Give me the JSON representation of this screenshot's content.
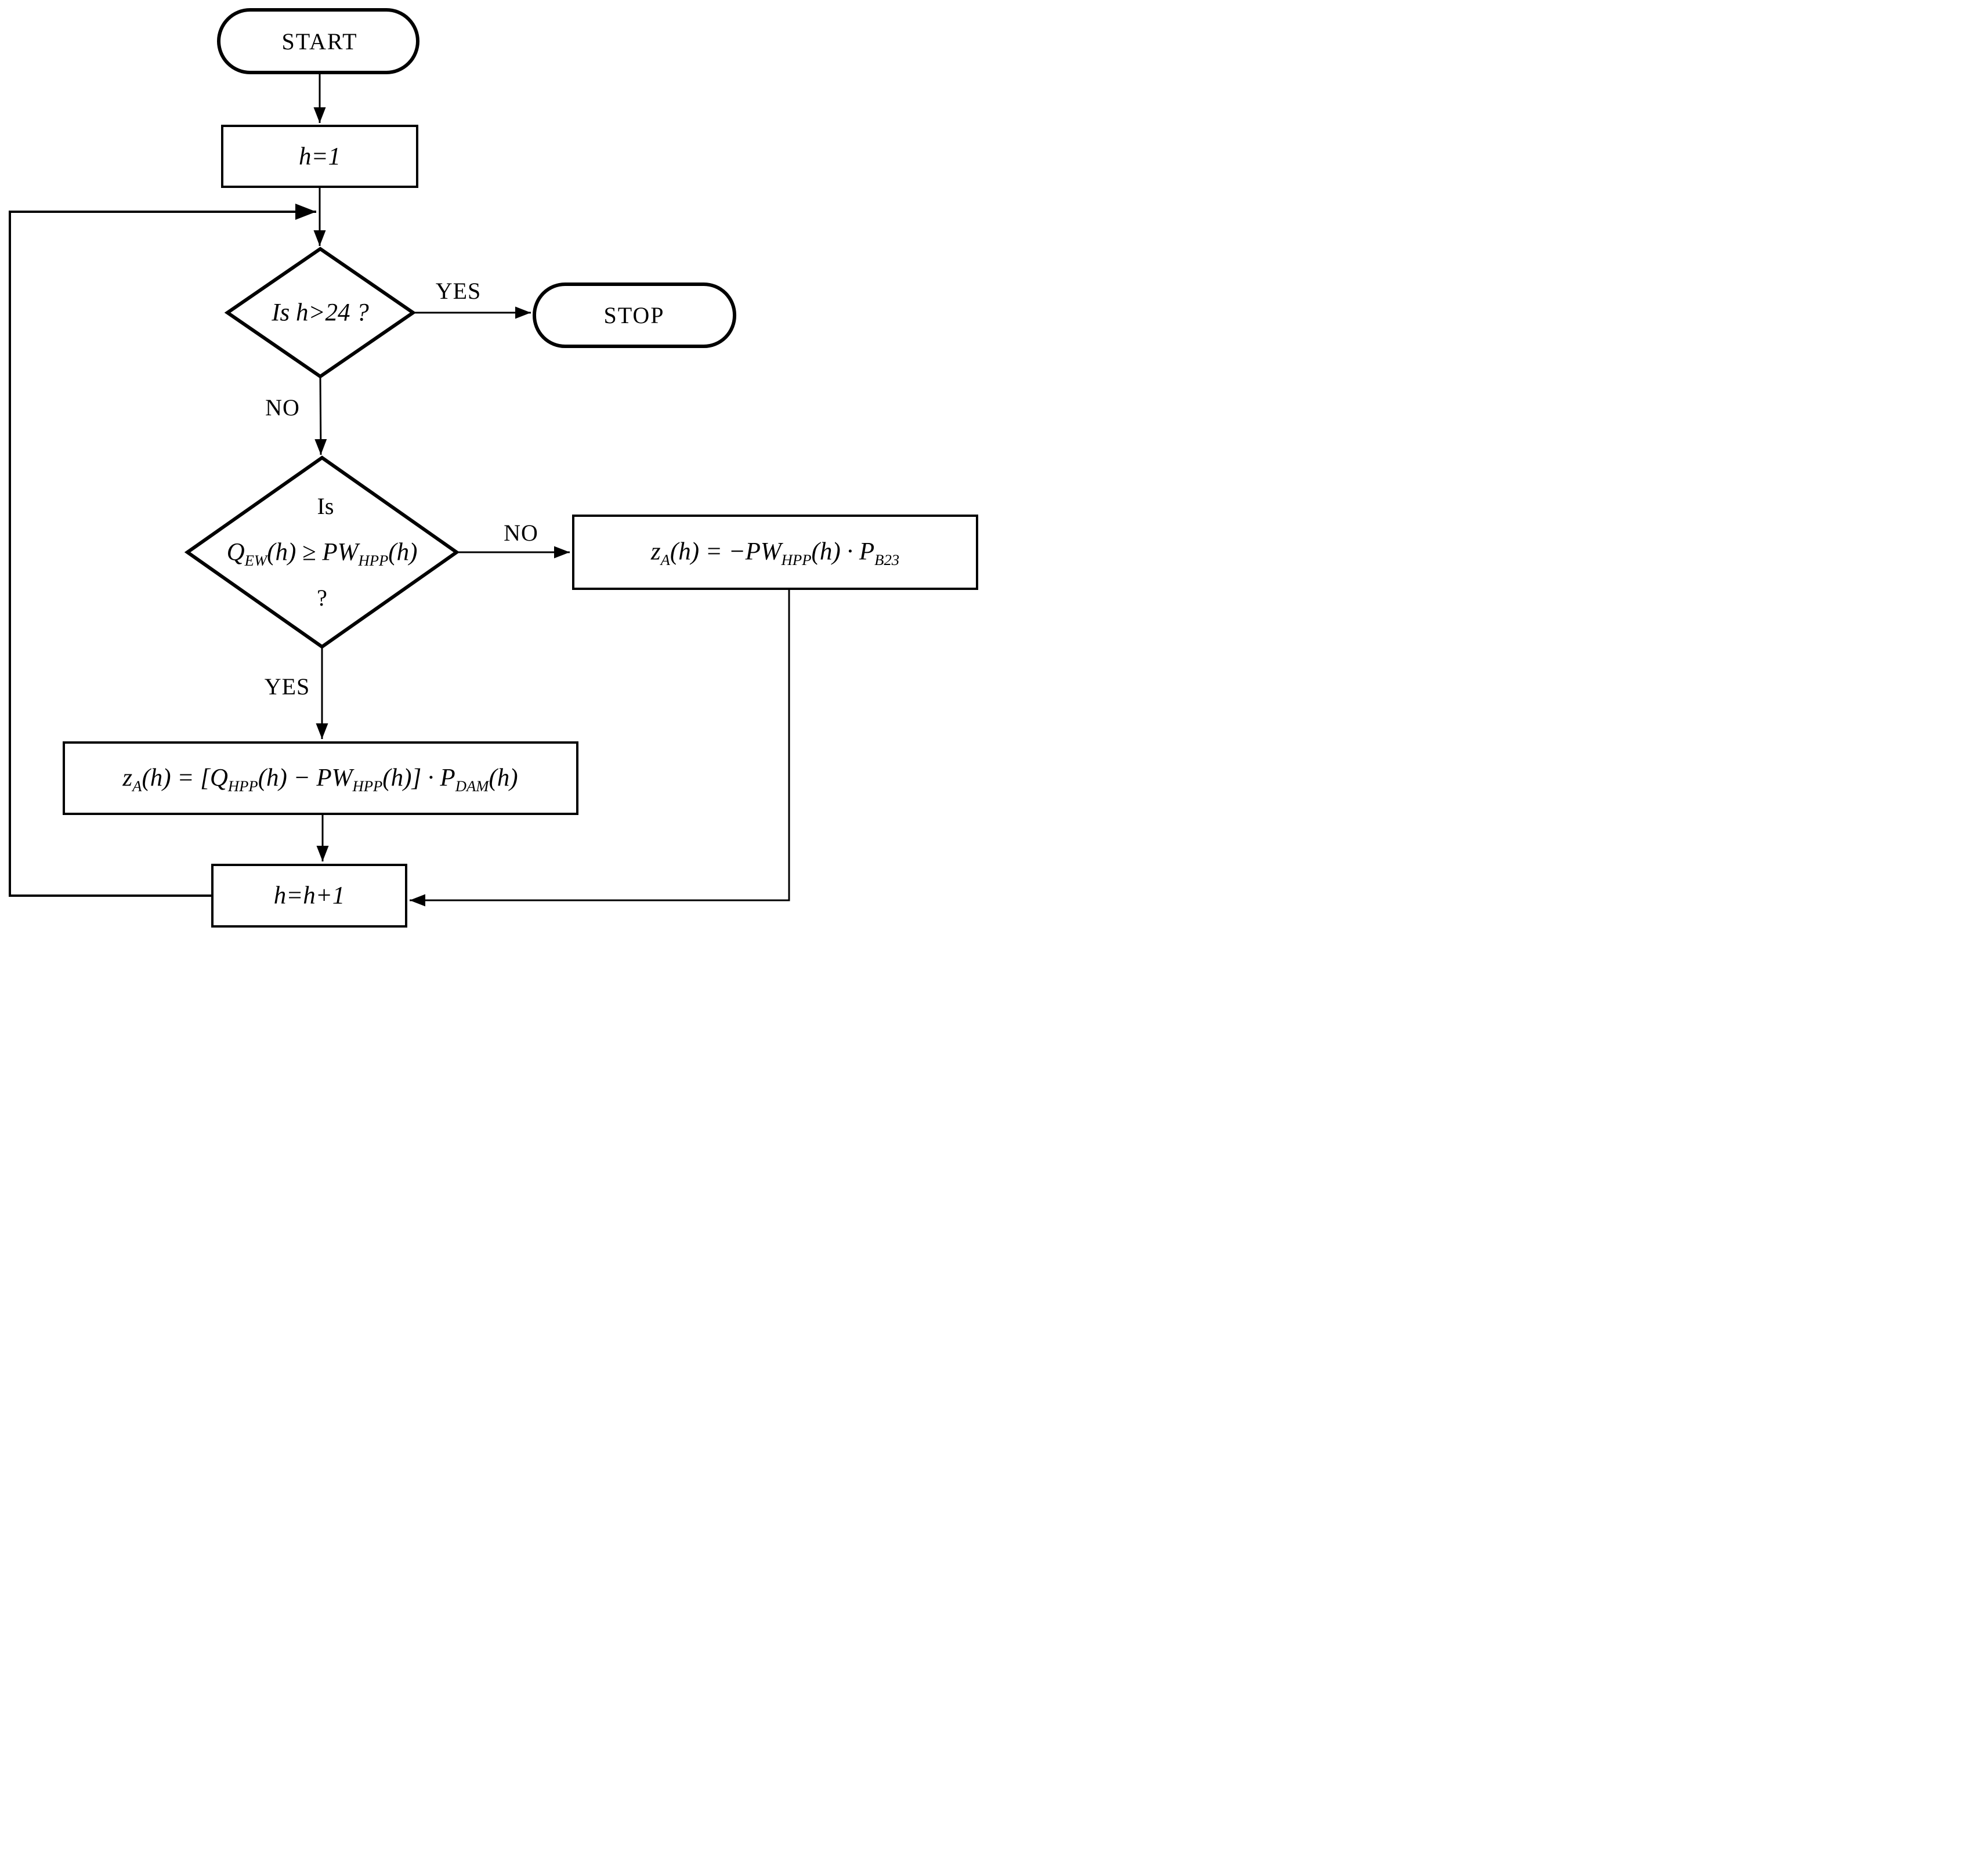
{
  "diagram": {
    "colors": {
      "stroke": "#000000",
      "background": "#ffffff"
    },
    "nodes": {
      "start": {
        "type": "terminator",
        "label": "START"
      },
      "init": {
        "type": "process",
        "label": "h=1"
      },
      "check_hour": {
        "type": "decision",
        "label": "Is h>24 ?"
      },
      "stop": {
        "type": "terminator",
        "label": "STOP"
      },
      "check_supply": {
        "type": "decision",
        "line1": "Is",
        "formula": [
          {
            "t": "Q"
          },
          {
            "s": "EW"
          },
          {
            "t": "(h) ≥ PW"
          },
          {
            "s": "HPP"
          },
          {
            "t": "(h)"
          }
        ],
        "line3": "?"
      },
      "negative_revenue": {
        "type": "process",
        "formula": [
          {
            "t": "z"
          },
          {
            "s": "A"
          },
          {
            "t": "(h) = −PW"
          },
          {
            "s": "HPP"
          },
          {
            "t": "(h) · P"
          },
          {
            "s": "B23"
          }
        ]
      },
      "positive_revenue": {
        "type": "process",
        "formula": [
          {
            "t": "z"
          },
          {
            "s": "A"
          },
          {
            "t": "(h) = [Q"
          },
          {
            "s": "HPP"
          },
          {
            "t": "(h) − PW"
          },
          {
            "s": "HPP"
          },
          {
            "t": "(h)] · P"
          },
          {
            "s": "DAM"
          },
          {
            "t": "(h)"
          }
        ]
      },
      "increment": {
        "type": "process",
        "label": "h=h+1"
      }
    },
    "edge_labels": {
      "check_hour_yes": "YES",
      "check_hour_no": "NO",
      "check_supply_no": "NO",
      "check_supply_yes": "YES"
    }
  }
}
